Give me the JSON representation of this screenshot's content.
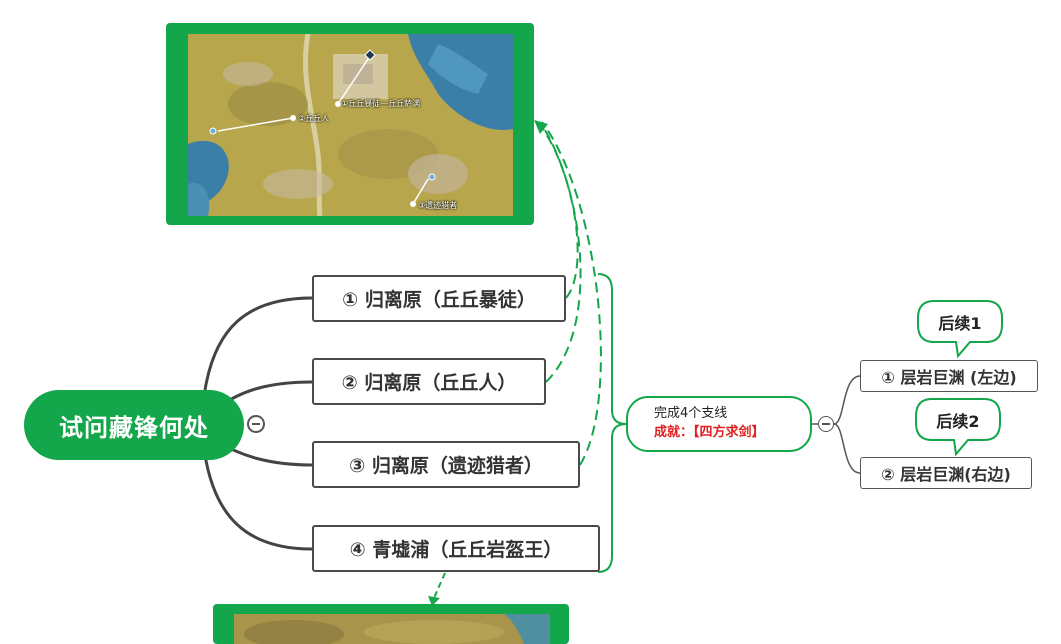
{
  "root": {
    "label": "试问藏锋何处"
  },
  "branches": [
    {
      "label": "① 归离原（丘丘暴徒）"
    },
    {
      "label": "② 归离原（丘丘人）"
    },
    {
      "label": "③ 归离原（遗迹猎者）"
    },
    {
      "label": "④ 青墟浦（丘丘岩盔王）"
    }
  ],
  "summary": {
    "line1": "完成4个支线",
    "line2": "成就：【四方求剑】"
  },
  "followups": [
    {
      "callout": "后续1",
      "label": "① 层岩巨渊 (左边)"
    },
    {
      "callout": "后续2",
      "label": "② 层岩巨渊(右边)"
    }
  ],
  "map_top": {
    "labels": [
      "①丘丘暴徒—丘丘萨满",
      "②丘丘人",
      "③遗迹猎者"
    ]
  },
  "colors": {
    "accent": "#13a64b",
    "node_border": "#4a4a4a",
    "achievement": "#e02020"
  }
}
